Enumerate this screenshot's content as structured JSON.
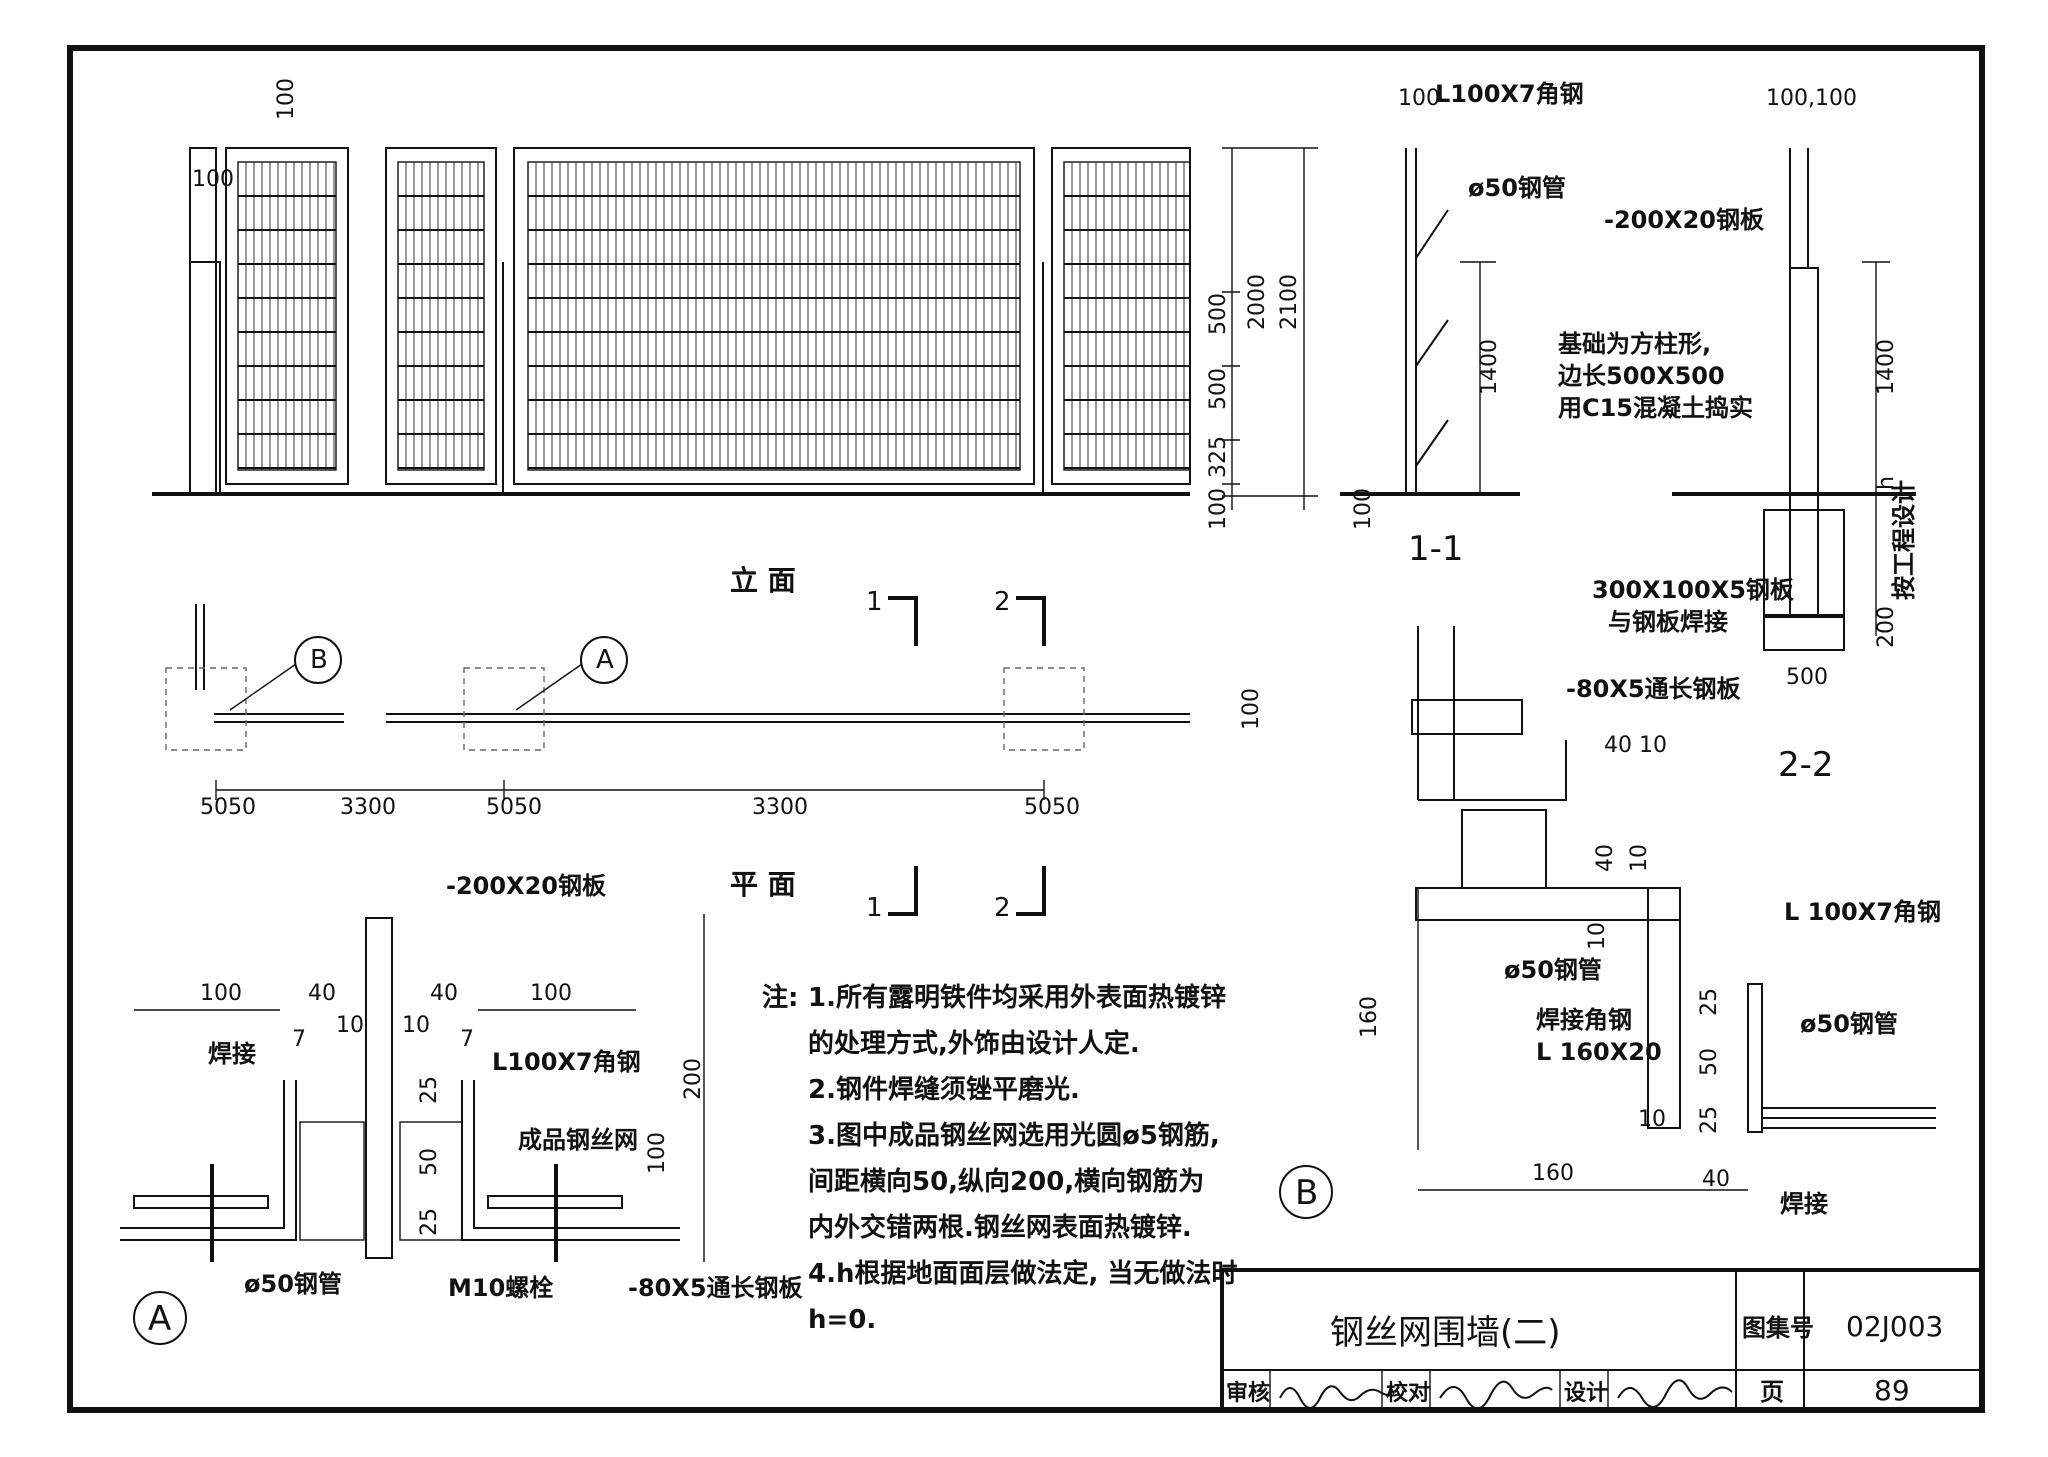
{
  "labels": {
    "elevation_title": "立  面",
    "plan_title": "平  面",
    "section11": "1-1",
    "section22": "2-2",
    "sec_mark1": "1",
    "sec_mark2": "2",
    "callA": "A",
    "callB": "B",
    "detailA": "A",
    "detailB": "B"
  },
  "dims": {
    "d100": "100",
    "d2000": "2000",
    "d2100": "2100",
    "d500": "500",
    "d325": "325",
    "d1400": "1400",
    "d3300": "3300",
    "d5050": "5050",
    "d40": "40",
    "d10": "10",
    "d7": "7",
    "d25": "25",
    "d50": "50",
    "d200": "200",
    "d160": "160",
    "d100100": "100,100",
    "h": "h",
    "d200b": "200",
    "d40_10": "40  10"
  },
  "annotations": {
    "angle_L100": "L100X7角钢",
    "pipe50": "ø50钢管",
    "plate200": "-200X20钢板",
    "foundation1": "基础为方柱形,",
    "foundation2": "边长500X500",
    "foundation3": "用C15混凝土捣实",
    "plate300_1": "300X100X5钢板",
    "plate300_2": "与钢板焊接",
    "by_project": "按工程设计",
    "strip80": "-80X5通长钢板",
    "weld": "焊接",
    "mesh": "成品钢丝网",
    "bolt": "M10螺栓",
    "weld_angle1": "焊接角钢",
    "weld_angle2": "L 160X20",
    "angle_L100b": "L 100X7角钢",
    "angle_L100a": "L100X7角钢",
    "pipe50a": "ø50钢管",
    "pipe50b": "ø50钢管"
  },
  "notes": {
    "label": "注:",
    "n1a": "1.所有露明铁件均采用外表面热镀锌",
    "n1b": "的处理方式,外饰由设计人定.",
    "n2": "2.钢件焊缝须锉平磨光.",
    "n3a": "3.图中成品钢丝网选用光圆ø5钢筋,",
    "n3b": "间距横向50,纵向200,横向钢筋为",
    "n3c": "内外交错两根.钢丝网表面热镀锌.",
    "n4a": "4.h根据地面面层做法定, 当无做法时",
    "n4b": "h=0."
  },
  "title_block": {
    "title": "钢丝网围墙(二)",
    "atlas_label": "图集号",
    "atlas_no": "02J003",
    "page_label": "页",
    "page_no": "89",
    "review_label": "审核",
    "check_label": "校对",
    "design_label": "设计"
  }
}
